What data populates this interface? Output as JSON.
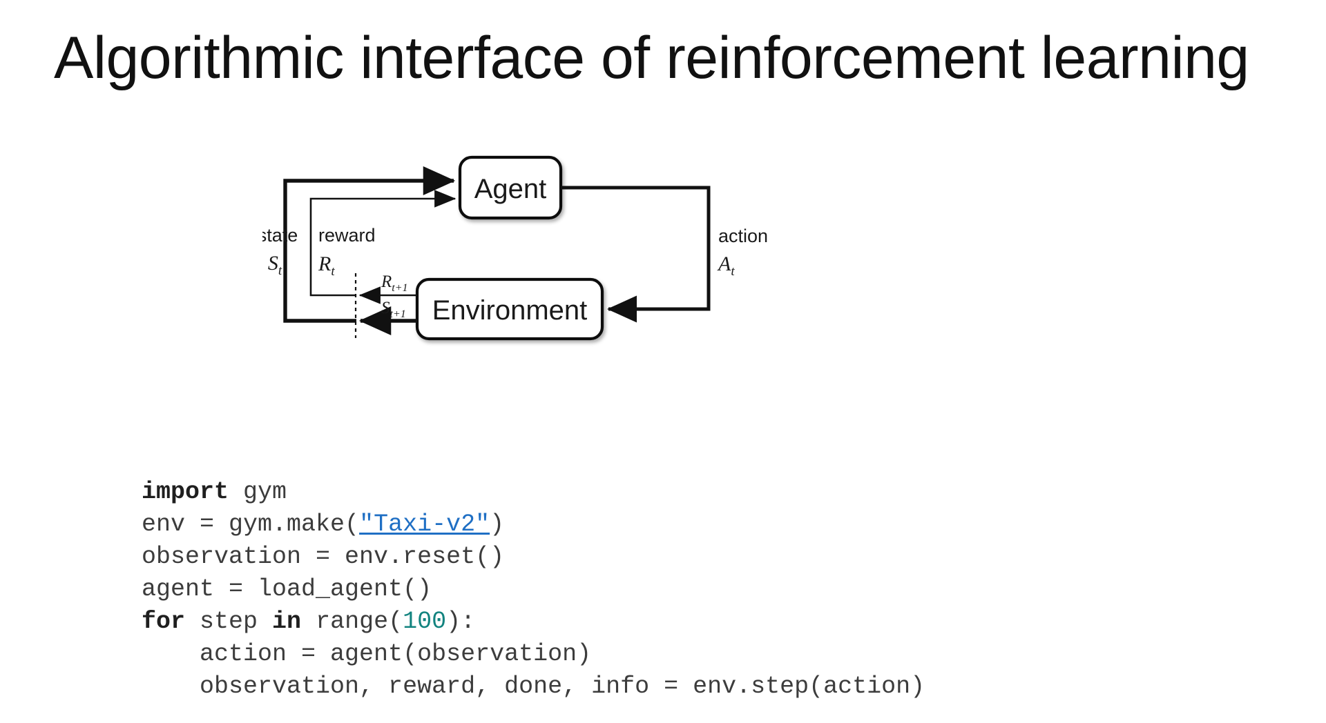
{
  "slide": {
    "title": "Algorithmic interface of reinforcement learning",
    "background_color": "#ffffff"
  },
  "diagram": {
    "name": "agent-environment-loop",
    "type": "reinforcement-learning-interaction-loop",
    "nodes": [
      {
        "id": "agent",
        "label": "Agent"
      },
      {
        "id": "environment",
        "label": "Environment"
      }
    ],
    "edge_labels": {
      "state_word": "state",
      "state_symbol": "S",
      "state_symbol_sub": "t",
      "reward_word": "reward",
      "reward_symbol": "R",
      "reward_symbol_sub": "t",
      "action_word": "action",
      "action_symbol": "A",
      "action_symbol_sub": "t",
      "next_reward_symbol": "R",
      "next_reward_sub": "t+1",
      "next_state_symbol": "S",
      "next_state_sub": "t+1"
    },
    "stroke_color": "#111111"
  },
  "code": {
    "language": "python",
    "link_color": "#1f6fc4",
    "number_color": "#12837f",
    "lines": [
      {
        "indent": 0,
        "tokens": [
          {
            "text": "import",
            "kind": "keyword"
          },
          {
            "text": " gym",
            "kind": "plain"
          }
        ]
      },
      {
        "indent": 0,
        "tokens": [
          {
            "text": "env = gym.make(",
            "kind": "plain"
          },
          {
            "text": "\"Taxi-v2\"",
            "kind": "link"
          },
          {
            "text": ")",
            "kind": "plain"
          }
        ]
      },
      {
        "indent": 0,
        "tokens": [
          {
            "text": "observation = env.reset()",
            "kind": "plain"
          }
        ]
      },
      {
        "indent": 0,
        "tokens": [
          {
            "text": "agent = load_agent()",
            "kind": "plain"
          }
        ]
      },
      {
        "indent": 0,
        "tokens": [
          {
            "text": "for",
            "kind": "keyword"
          },
          {
            "text": " step ",
            "kind": "plain"
          },
          {
            "text": "in",
            "kind": "keyword"
          },
          {
            "text": " range(",
            "kind": "plain"
          },
          {
            "text": "100",
            "kind": "number"
          },
          {
            "text": "):",
            "kind": "plain"
          }
        ]
      },
      {
        "indent": 1,
        "tokens": [
          {
            "text": "action = agent(observation)",
            "kind": "plain"
          }
        ]
      },
      {
        "indent": 1,
        "tokens": [
          {
            "text": "observation, reward, done, info = env.step(action)",
            "kind": "plain"
          }
        ]
      }
    ]
  }
}
